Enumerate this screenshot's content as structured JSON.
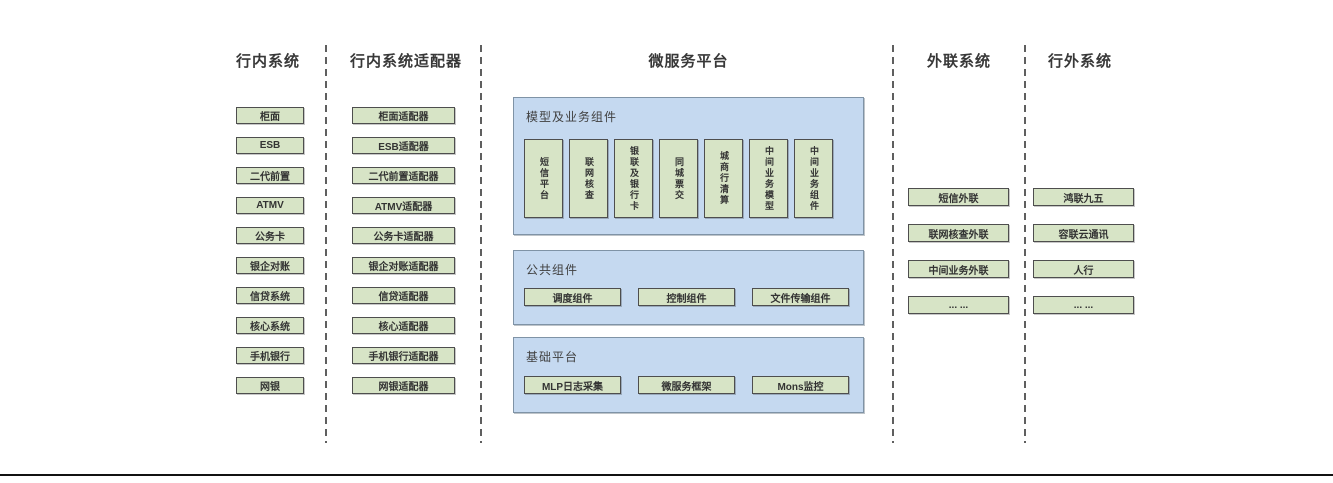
{
  "colors": {
    "green_box_bg": "#d7e4c6",
    "green_box_border": "#4e4e4e",
    "blue_panel_bg": "#c5d9f0",
    "blue_panel_border": "#7f93a6",
    "divider": "#5f5f5f",
    "header_text": "#383838",
    "bottom_rule": "#111111"
  },
  "columns": [
    {
      "header": "行内系统",
      "items": [
        "柜面",
        "ESB",
        "二代前置",
        "ATMV",
        "公务卡",
        "银企对账",
        "信贷系统",
        "核心系统",
        "手机银行",
        "网银"
      ]
    },
    {
      "header": "行内系统适配器",
      "items": [
        "柜面适配器",
        "ESB适配器",
        "二代前置适配器",
        "ATMV适配器",
        "公务卡适配器",
        "银企对账适配器",
        "信贷适配器",
        "核心适配器",
        "手机银行适配器",
        "网银适配器"
      ]
    },
    {
      "header": "微服务平台",
      "panels": [
        {
          "title": "模型及业务组件",
          "orientation": "vertical",
          "items": [
            "短信平台",
            "联网核查",
            "银联及银行卡",
            "同城票交",
            "城商行清算",
            "中间业务模型",
            "中间业务组件"
          ]
        },
        {
          "title": "公共组件",
          "orientation": "horizontal",
          "items": [
            "调度组件",
            "控制组件",
            "文件传输组件"
          ]
        },
        {
          "title": "基础平台",
          "orientation": "horizontal",
          "items": [
            "MLP日志采集",
            "微服务框架",
            "Mons监控"
          ]
        }
      ]
    },
    {
      "header": "外联系统",
      "items": [
        "短信外联",
        "联网核查外联",
        "中间业务外联",
        "... ..."
      ]
    },
    {
      "header": "行外系统",
      "items": [
        "鸿联九五",
        "容联云通讯",
        "人行",
        "... ..."
      ]
    }
  ]
}
